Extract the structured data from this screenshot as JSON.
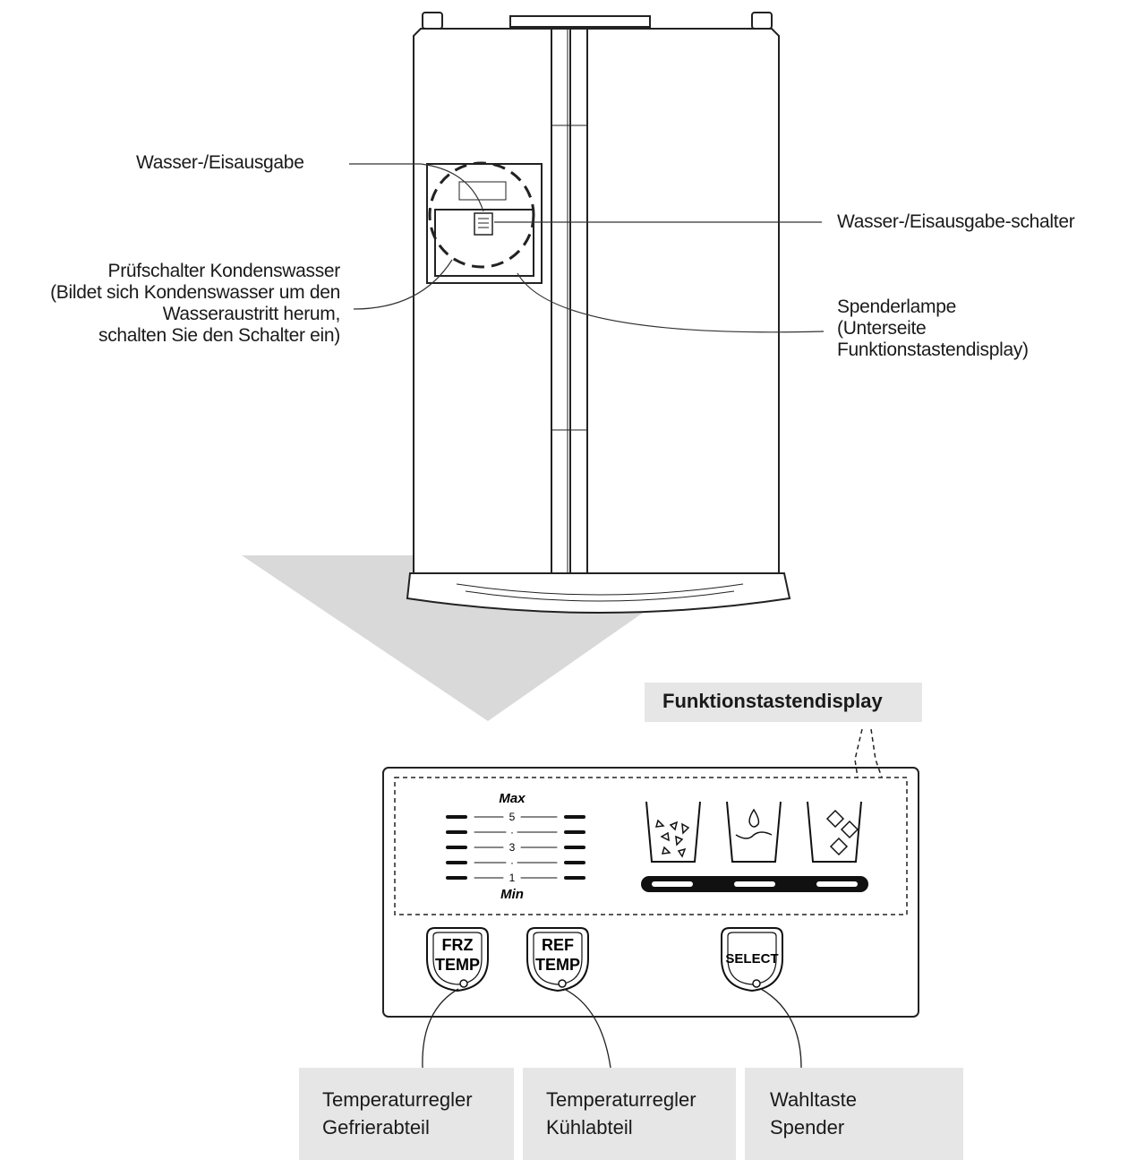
{
  "labels": {
    "dispenser": "Wasser-/Eisausgabe",
    "dispenser_switch": "Wasser-/Eisausgabe-schalter",
    "condensate": [
      "Prüfschalter Kondenswasser",
      "(Bildet sich Kondenswasser um den",
      "Wasseraustritt herum,",
      "schalten Sie den Schalter ein)"
    ],
    "lamp": [
      "Spenderlampe",
      "(Unterseite",
      "Funktionstastendisplay)"
    ]
  },
  "panel": {
    "title": "Funktionstastendisplay",
    "scale_max": "Max",
    "scale_min": "Min",
    "scale_ticks": [
      "5",
      "·",
      "3",
      "·",
      "1"
    ],
    "buttons": [
      {
        "line1": "FRZ",
        "line2": "TEMP"
      },
      {
        "line1": "REF",
        "line2": "TEMP"
      },
      {
        "line1": "SELECT",
        "line2": ""
      }
    ],
    "icons": [
      "crushed-ice-icon",
      "water-icon",
      "ice-cubes-icon"
    ]
  },
  "callouts": [
    {
      "line1": "Temperaturregler",
      "line2": "Gefrierabteil"
    },
    {
      "line1": "Temperaturregler",
      "line2": "Kühlabteil"
    },
    {
      "line1": "Wahltaste",
      "line2": "Spender"
    }
  ],
  "colors": {
    "arrow": "#d9d9d9",
    "callout_bg": "#e6e6e6",
    "ink": "#1a1a1a"
  }
}
